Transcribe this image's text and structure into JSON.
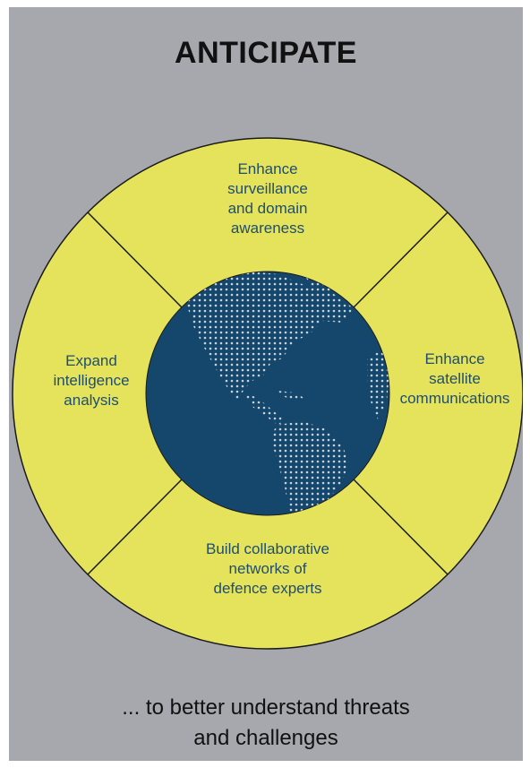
{
  "title": "ANTICIPATE",
  "segments": {
    "top": "Enhance\nsurveillance\nand domain\nawareness",
    "right": "Enhance\nsatellite\ncommunications",
    "bottom": "Build collaborative\nnetworks of\ndefence experts",
    "left": "Expand\nintelligence\nanalysis"
  },
  "footer": "... to better understand threats\nand challenges",
  "colors": {
    "background": "#a6a8ae",
    "ring": "#e5e35c",
    "globe": "#15466b",
    "label_text": "#1f4e6e"
  }
}
